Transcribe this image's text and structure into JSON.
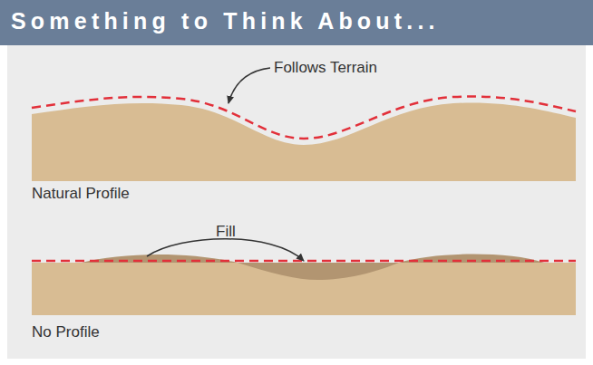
{
  "diagram": {
    "title": "Something to Think About...",
    "labels": [
      "Follows Terrain",
      "Natural Profile",
      "Fill",
      "No Profile"
    ]
  }
}
